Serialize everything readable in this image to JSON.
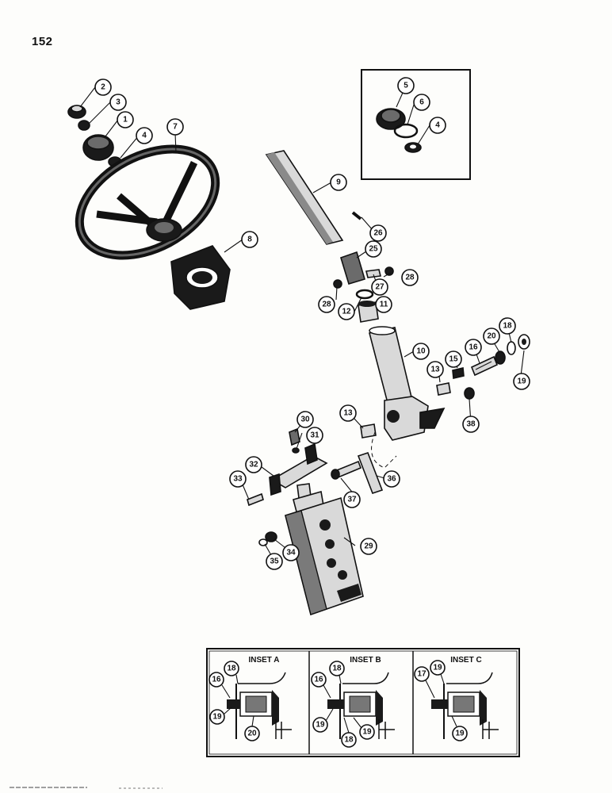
{
  "page_number": "152",
  "callouts": {
    "c1": "1",
    "c2": "2",
    "c3": "3",
    "c4a": "4",
    "c5": "5",
    "c6": "6",
    "c4b": "4",
    "c7": "7",
    "c8": "8",
    "c9": "9",
    "c26": "26",
    "c25": "25",
    "c27": "27",
    "c28a": "28",
    "c28b": "28",
    "c12": "12",
    "c11": "11",
    "c10": "10",
    "c13a": "13",
    "c15": "15",
    "c16": "16",
    "c20": "20",
    "c18": "18",
    "c19": "19",
    "c38": "38",
    "c13b": "13",
    "c30": "30",
    "c31": "31",
    "c32": "32",
    "c33": "33",
    "c37": "37",
    "c36": "36",
    "c29": "29",
    "c34": "34",
    "c35": "35"
  },
  "insets": {
    "a": {
      "title": "INSET A",
      "c16": "16",
      "c18": "18",
      "c19": "19",
      "c20": "20"
    },
    "b": {
      "title": "INSET B",
      "c16": "16",
      "c18": "18",
      "c19a": "19",
      "c18b": "18",
      "c19b": "19"
    },
    "c": {
      "title": "INSET C",
      "c17": "17",
      "c19a": "19",
      "c19b": "19"
    }
  }
}
